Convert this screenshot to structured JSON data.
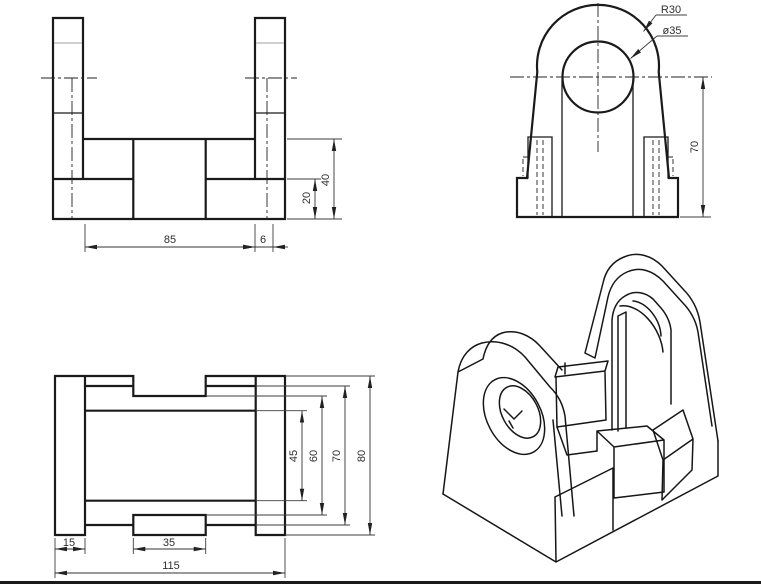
{
  "views": {
    "front": {
      "dim_85": "85",
      "dim_6": "6",
      "dim_20": "20",
      "dim_40": "40"
    },
    "side": {
      "radius_label": "R30",
      "diameter_label": "ø35",
      "dim_70": "70"
    },
    "top": {
      "dim_15": "15",
      "dim_35": "35",
      "dim_115": "115",
      "dim_45": "45",
      "dim_60": "60",
      "dim_70": "70",
      "dim_80": "80"
    }
  },
  "colors": {
    "line": "#1a1a1a",
    "dim_text": "#2f2f2f",
    "faint_line": "#b3b3b3",
    "background": "#ffffff"
  }
}
